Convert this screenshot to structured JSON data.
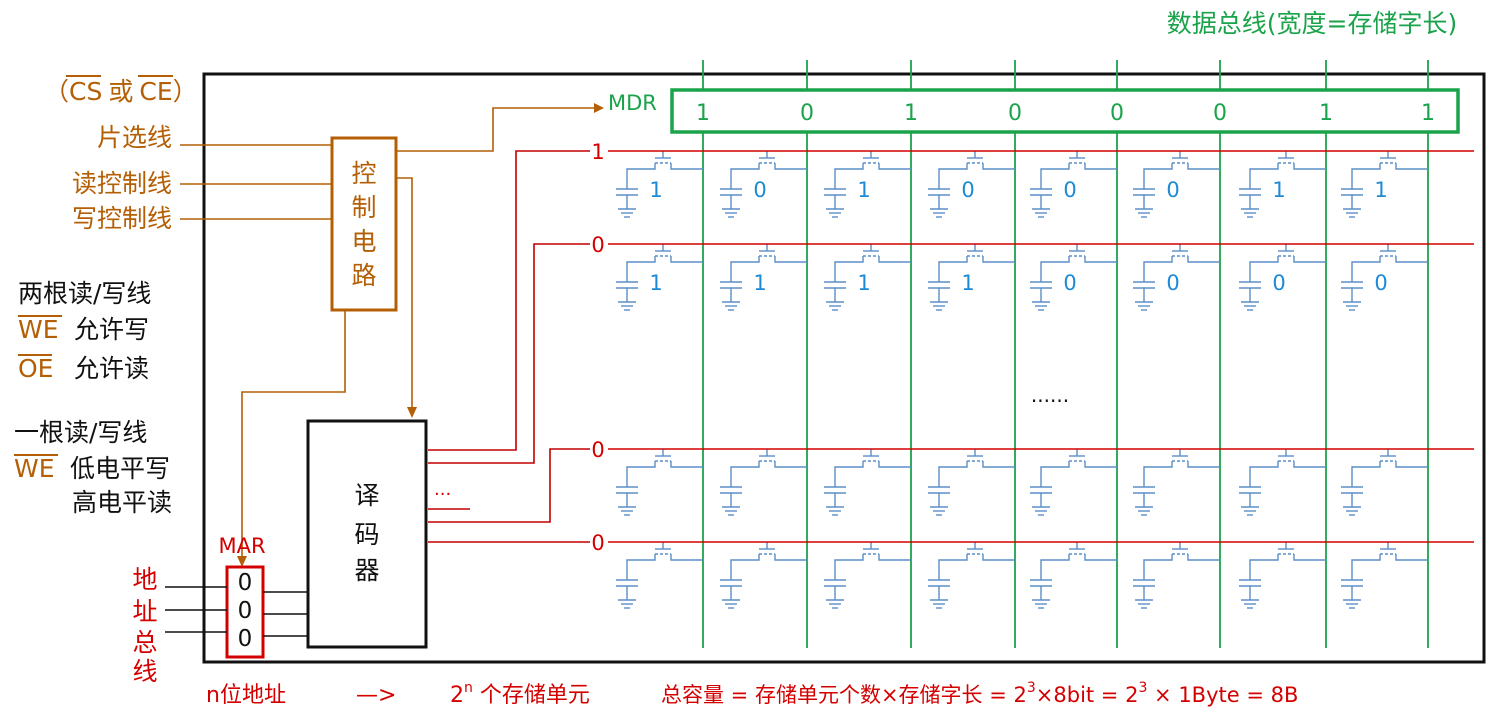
{
  "data_bus_label": "数据总线(宽度=存储字长)",
  "mdr": {
    "label": "MDR",
    "bits": [
      "1",
      "0",
      "1",
      "0",
      "0",
      "0",
      "1",
      "1"
    ]
  },
  "chip_select": {
    "label": "（CS 或 CE）",
    "cs": "CS",
    "or": "或",
    "ce": "CE",
    "open": "（",
    "close": "）"
  },
  "control_lines": [
    {
      "label": "片选线"
    },
    {
      "label": "读控制线"
    },
    {
      "label": "写控制线"
    }
  ],
  "control_circuit": {
    "chars": [
      "控",
      "制",
      "电",
      "路"
    ]
  },
  "two_line_note": {
    "title": "两根读/写线",
    "we": "WE",
    "we_text": "允许写",
    "oe": "OE",
    "oe_text": "允许读"
  },
  "one_line_note": {
    "title": "一根读/写线",
    "we": "WE",
    "low_text": "低电平写",
    "high_text": "高电平读"
  },
  "decoder": {
    "chars": [
      "译",
      "码",
      "器"
    ],
    "ellipsis": "..."
  },
  "mar": {
    "label": "MAR",
    "bits": [
      "0",
      "0",
      "0"
    ]
  },
  "address_bus": {
    "chars": [
      "地",
      "址",
      "总",
      "线"
    ]
  },
  "word_lines": [
    "1",
    "0",
    "0",
    "0"
  ],
  "rows": [
    {
      "values": [
        "1",
        "0",
        "1",
        "0",
        "0",
        "0",
        "1",
        "1"
      ]
    },
    {
      "values": [
        "1",
        "1",
        "1",
        "1",
        "0",
        "0",
        "0",
        "0"
      ]
    },
    {
      "values": [
        "",
        "",
        "",
        "",
        "",
        "",
        "",
        ""
      ]
    },
    {
      "values": [
        "",
        "",
        "",
        "",
        "",
        "",
        "",
        ""
      ]
    }
  ],
  "middle_ellipsis": "......",
  "bottom_formula": {
    "part1": "n位地址",
    "arrow": "—>",
    "part2_base": "2",
    "part2_exp": "n",
    "part2_rest": " 个存储单元",
    "part3_prefix": "总容量 = 存储单元个数×存储字长 = 2",
    "part3_exp1": "3",
    "part3_mid": "×8bit = 2",
    "part3_exp2": "3",
    "part3_suffix": " × 1Byte = 8B"
  },
  "colors": {
    "green": "#1aa34a",
    "red": "#d40000",
    "brown": "#b45f06",
    "cell_blue": "#5b8fc7",
    "value_blue": "#1e8ad6"
  }
}
